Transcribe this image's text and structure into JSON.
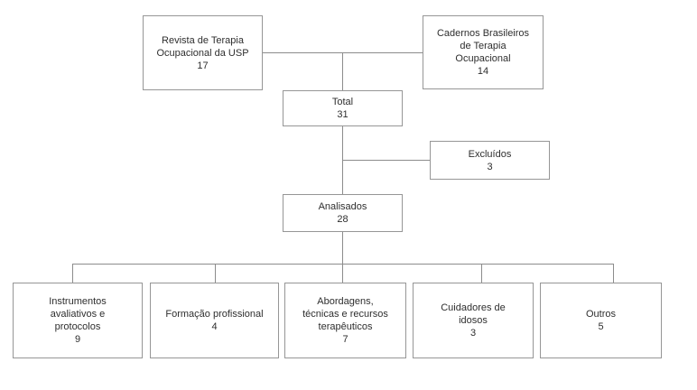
{
  "diagram": {
    "nodes": {
      "revista": {
        "label": "Revista de Terapia\nOcupacional da USP",
        "value": "17"
      },
      "cadernos": {
        "label": "Cadernos Brasileiros\nde Terapia\nOcupacional",
        "value": "14"
      },
      "total": {
        "label": "Total",
        "value": "31"
      },
      "excluidos": {
        "label": "Excluídos",
        "value": "3"
      },
      "analisados": {
        "label": "Analisados",
        "value": "28"
      },
      "instrumentos": {
        "label": "Instrumentos\navaliativos e\nprotocolos",
        "value": "9"
      },
      "formacao": {
        "label": "Formação profissional",
        "value": "4"
      },
      "abordagens": {
        "label": "Abordagens,\ntécnicas e recursos\nterapêuticos",
        "value": "7"
      },
      "cuidadores": {
        "label": "Cuidadores de\nidosos",
        "value": "3"
      },
      "outros": {
        "label": "Outros",
        "value": "5"
      }
    },
    "colors": {
      "background": "#ffffff",
      "box_border": "#969696",
      "line": "#8c8c8c",
      "text": "#2e2e2e"
    }
  }
}
